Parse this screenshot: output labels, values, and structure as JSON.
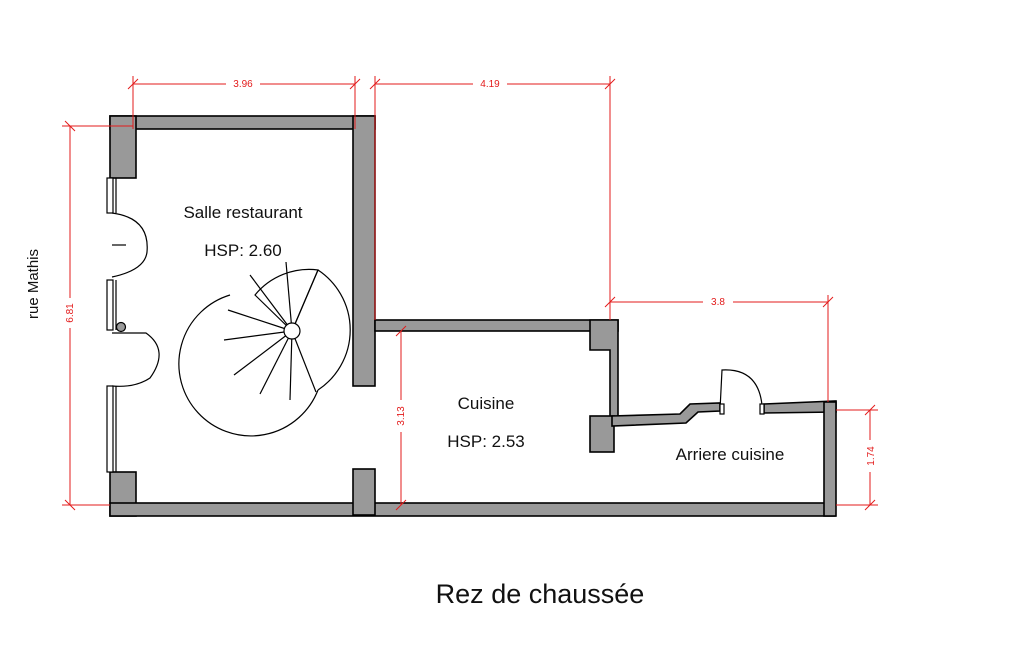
{
  "title": "Rez de chaussée",
  "street": "rue Mathis",
  "rooms": {
    "salle": {
      "name": "Salle restaurant",
      "hsp": "HSP: 2.60"
    },
    "cuisine": {
      "name": "Cuisine",
      "hsp": "HSP: 2.53"
    },
    "arriere": {
      "name": "Arriere cuisine"
    }
  },
  "dimensions": {
    "salle_width": "3.96",
    "cuisine_width": "4.19",
    "arriere_width": "3.8",
    "total_height": "6.81",
    "cuisine_height": "3.13",
    "arriere_height": "1.74"
  },
  "colors": {
    "wall": "#999999",
    "dimension": "#e31b1b",
    "text": "#111111"
  }
}
